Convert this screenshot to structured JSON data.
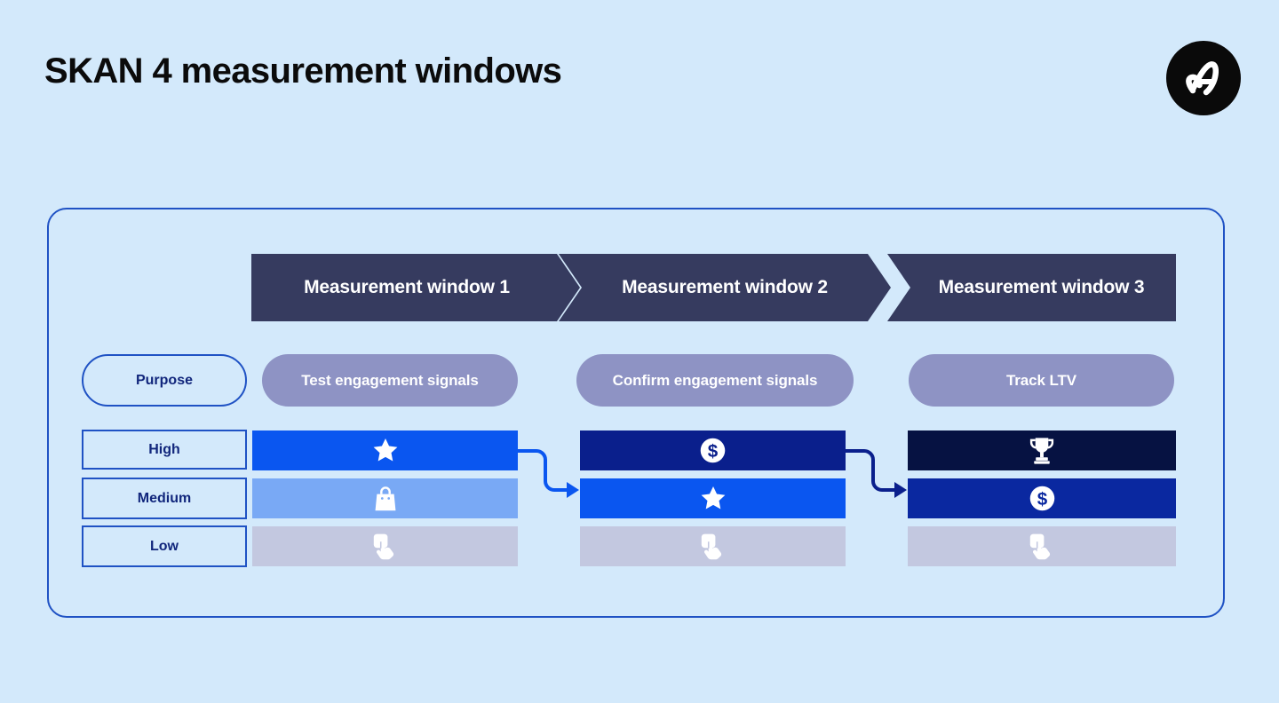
{
  "page": {
    "title": "SKAN 4 measurement windows",
    "background_color": "#d3e9fb",
    "logo_icon": "appsflyer-logo-icon"
  },
  "diagram": {
    "windows": [
      {
        "header": "Measurement window 1",
        "purpose": "Test engagement signals"
      },
      {
        "header": "Measurement window 2",
        "purpose": "Confirm engagement signals"
      },
      {
        "header": "Measurement window 3",
        "purpose": "Track LTV"
      }
    ],
    "purpose_label": "Purpose",
    "value_levels": [
      "High",
      "Medium",
      "Low"
    ],
    "cells": [
      {
        "window": 1,
        "level": "High",
        "icon": "star-icon",
        "color": "#0a56f0"
      },
      {
        "window": 1,
        "level": "Medium",
        "icon": "bag-icon",
        "color": "#79a9f5"
      },
      {
        "window": 1,
        "level": "Low",
        "icon": "tap-icon",
        "color": "#c3c8e0"
      },
      {
        "window": 2,
        "level": "High",
        "icon": "coin-icon",
        "color": "#0a1f8c"
      },
      {
        "window": 2,
        "level": "Medium",
        "icon": "star-icon",
        "color": "#0a56f0"
      },
      {
        "window": 2,
        "level": "Low",
        "icon": "tap-icon",
        "color": "#c3c8e0"
      },
      {
        "window": 3,
        "level": "High",
        "icon": "trophy-icon",
        "color": "#061242"
      },
      {
        "window": 3,
        "level": "Medium",
        "icon": "coin-icon",
        "color": "#0a28a0"
      },
      {
        "window": 3,
        "level": "Low",
        "icon": "tap-icon",
        "color": "#c3c8e0"
      }
    ],
    "connectors": [
      {
        "from": "window-1-high",
        "to": "window-2-medium",
        "color": "#0a56f0"
      },
      {
        "from": "window-2-high",
        "to": "window-3-medium",
        "color": "#0a1f8c"
      }
    ],
    "colors": {
      "header_bar": "#363b5f",
      "purpose_chip": "#8e93c4",
      "outline_blue": "#1f52c4",
      "label_text": "#11267c"
    }
  }
}
